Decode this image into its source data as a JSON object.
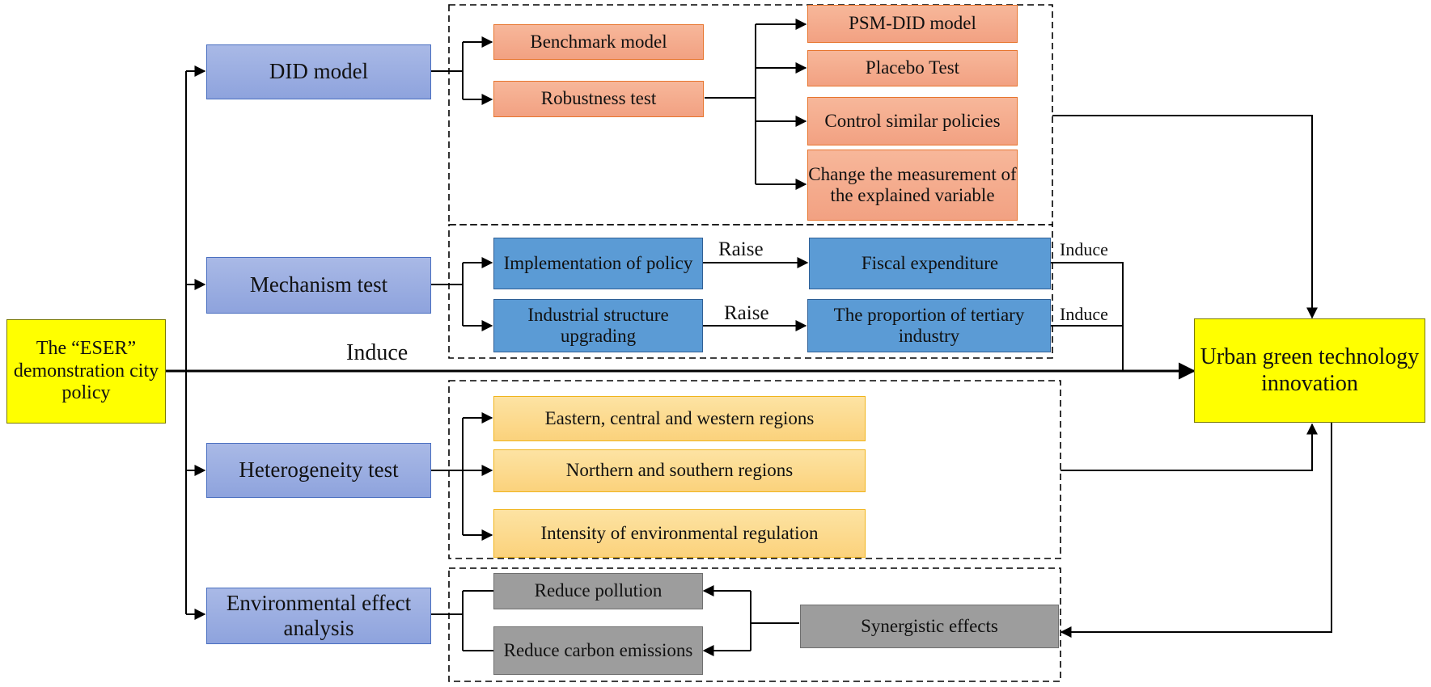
{
  "source": {
    "label": "The “ESER” demonstration city policy"
  },
  "target": {
    "label": "Urban green technology innovation"
  },
  "main_arrow_label": "Induce",
  "methods": {
    "did": "DID model",
    "mechanism": "Mechanism test",
    "heterogeneity": "Heterogeneity test",
    "environmental": "Environmental effect analysis"
  },
  "did_branch": {
    "benchmark": "Benchmark model",
    "robustness": "Robustness test",
    "robustness_items": [
      "PSM-DID model",
      "Placebo Test",
      "Control similar policies",
      "Change the measurement of the explained variable"
    ]
  },
  "mechanism_branch": {
    "rows": [
      {
        "cause": "Implementation of policy",
        "edge": "Raise",
        "effect": "Fiscal expenditure",
        "induce": "Induce"
      },
      {
        "cause": "Industrial structure upgrading",
        "edge": "Raise",
        "effect": "The proportion of tertiary industry",
        "induce": "Induce"
      }
    ]
  },
  "heterogeneity_branch": {
    "items": [
      "Eastern, central and western regions",
      "Northern and southern regions",
      "Intensity of environmental regulation"
    ]
  },
  "environment_branch": {
    "items": [
      "Reduce pollution",
      "Reduce carbon emissions"
    ],
    "synergy": "Synergistic effects"
  },
  "colors": {
    "method_fill": "#8ea3dd",
    "did_fill": "#f2a182",
    "mechanism_fill": "#5b9bd5",
    "heterogeneity_fill": "#fbd27c",
    "environment_fill": "#9d9d9d",
    "endpoint_fill": "#ffff00"
  }
}
